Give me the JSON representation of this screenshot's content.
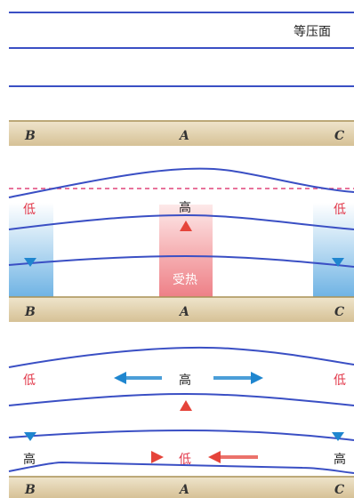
{
  "colors": {
    "isobar": "#3a4fc4",
    "dashed": "#e0457a",
    "ground_top": "#efe5cc",
    "ground_bottom": "#d4bd8e",
    "ground_line": "#a99055",
    "red_text": "#e2384a",
    "blue_arrow": "#1f86cf",
    "red_arrow": "#e5443a",
    "dark_text": "#222222"
  },
  "panel1": {
    "legend": "等压面",
    "ground_labels": {
      "b": "B",
      "a": "A",
      "c": "C"
    }
  },
  "panel2": {
    "left_label": "低",
    "center_label": "高",
    "right_label": "低",
    "heat_label": "受热",
    "ground_labels": {
      "b": "B",
      "a": "A",
      "c": "C"
    }
  },
  "panel3": {
    "upper_left": "低",
    "upper_center": "高",
    "upper_right": "低",
    "lower_left": "高",
    "lower_center": "低",
    "lower_right": "高",
    "ground_labels": {
      "b": "B",
      "a": "A",
      "c": "C"
    }
  }
}
